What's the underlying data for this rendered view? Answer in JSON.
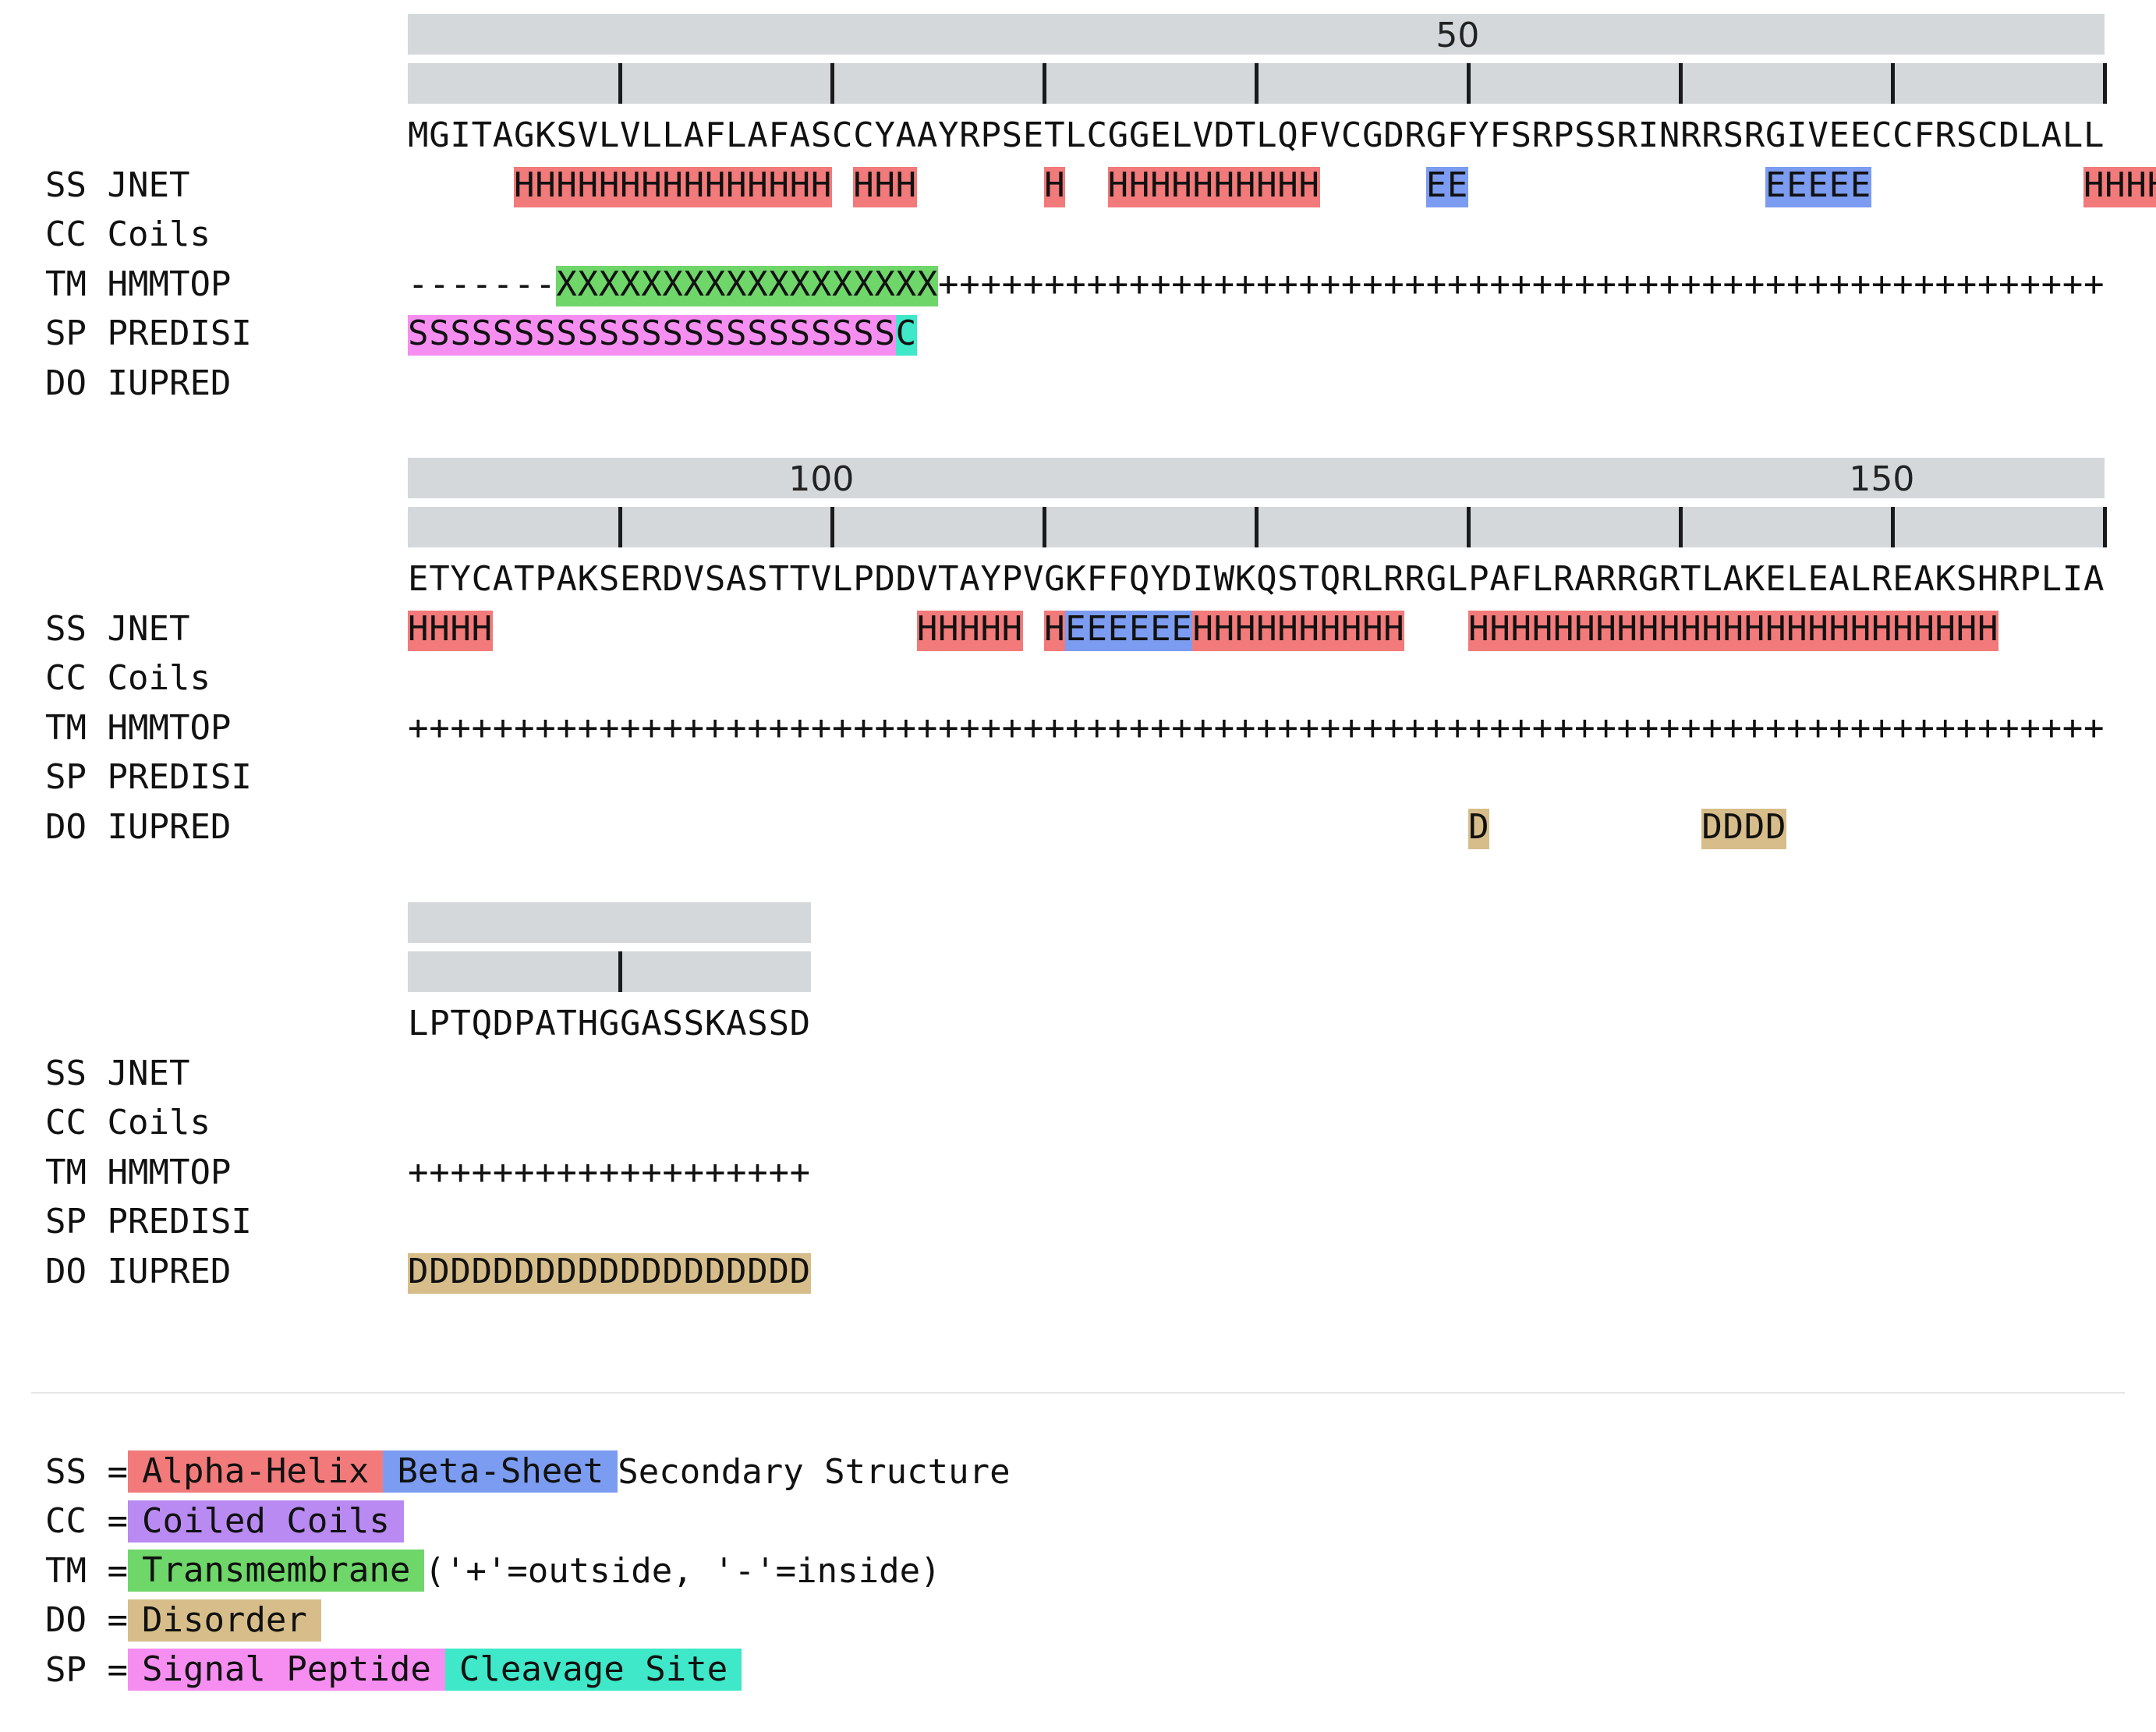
{
  "blocks": [
    {
      "sequence": "MGITAGKSVLVLLAFLAFASCCYAAYRPSETLCGGELVDTLQFVCGDRGFYFSRPSSRINRRSRGIVEECCFRSCDLALL",
      "ruler_label": "50",
      "tracks": [
        {
          "key": "SS",
          "name": "JNET",
          "text": "     HHHHHHHHHHHHHHH HHH      H  HHHHHHHHHH     EE              EEEEE          HHHH"
        },
        {
          "key": "CC",
          "name": "Coils",
          "text": ""
        },
        {
          "key": "TM",
          "name": "HMMTOP",
          "text": "-------XXXXXXXXXXXXXXXXXX+++++++++++++++++++++++++++++++++++++++++++++++++++++++"
        },
        {
          "key": "SP",
          "name": "PREDISI",
          "text": "SSSSSSSSSSSSSSSSSSSSSSSC"
        },
        {
          "key": "DO",
          "name": "IUPRED",
          "text": ""
        }
      ]
    },
    {
      "sequence": "ETYCATPAKSERDVSASTTVLPDDVTAYPVGKFFQYDIWKQSTQRLRRGLPAFLRARRGRTLAKELEALREAKSHRPLIA",
      "ruler_label": "100",
      "ruler_label_2": "150",
      "tracks": [
        {
          "key": "SS",
          "name": "JNET",
          "text": "HHHH                    HHHHH HEEEEEEHHHHHHHHHH   HHHHHHHHHHHHHHHHHHHHHHHHH"
        },
        {
          "key": "CC",
          "name": "Coils",
          "text": ""
        },
        {
          "key": "TM",
          "name": "HMMTOP",
          "text": "++++++++++++++++++++++++++++++++++++++++++++++++++++++++++++++++++++++++++++++++"
        },
        {
          "key": "SP",
          "name": "PREDISI",
          "text": ""
        },
        {
          "key": "DO",
          "name": "IUPRED",
          "text": "                                                  D          DDDD"
        }
      ]
    },
    {
      "sequence": "LPTQDPATHGGASSKASSD",
      "tracks": [
        {
          "key": "SS",
          "name": "JNET",
          "text": ""
        },
        {
          "key": "CC",
          "name": "Coils",
          "text": ""
        },
        {
          "key": "TM",
          "name": "HMMTOP",
          "text": "+++++++++++++++++++"
        },
        {
          "key": "SP",
          "name": "PREDISI",
          "text": ""
        },
        {
          "key": "DO",
          "name": "IUPRED",
          "text": "DDDDDDDDDDDDDDDDDDD"
        }
      ]
    }
  ],
  "legend": [
    {
      "key": "SS =",
      "items": [
        {
          "label": "Alpha-Helix",
          "color": "#f27a7a"
        },
        {
          "label": "Beta-Sheet",
          "color": "#7b9cf0"
        }
      ],
      "note": "Secondary Structure"
    },
    {
      "key": "CC =",
      "items": [
        {
          "label": "Coiled Coils",
          "color": "#b98af2"
        }
      ],
      "note": ""
    },
    {
      "key": "TM =",
      "items": [
        {
          "label": "Transmembrane",
          "color": "#6fd66a"
        }
      ],
      "note": "('+'=outside, '-'=inside)"
    },
    {
      "key": "DO =",
      "items": [
        {
          "label": "Disorder",
          "color": "#d6bd8a"
        }
      ],
      "note": ""
    },
    {
      "key": "SP =",
      "items": [
        {
          "label": "Signal Peptide",
          "color": "#f58ef0"
        },
        {
          "label": "Cleavage Site",
          "color": "#3ee8c8"
        }
      ],
      "note": ""
    }
  ],
  "colors": {
    "helix": "#f27a7a",
    "sheet": "#7b9cf0",
    "coil": "#b98af2",
    "transmembrane": "#6fd66a",
    "disorder": "#d6bd8a",
    "signal": "#f58ef0",
    "cleavage": "#3ee8c8",
    "ruler": "#d4d8da"
  }
}
